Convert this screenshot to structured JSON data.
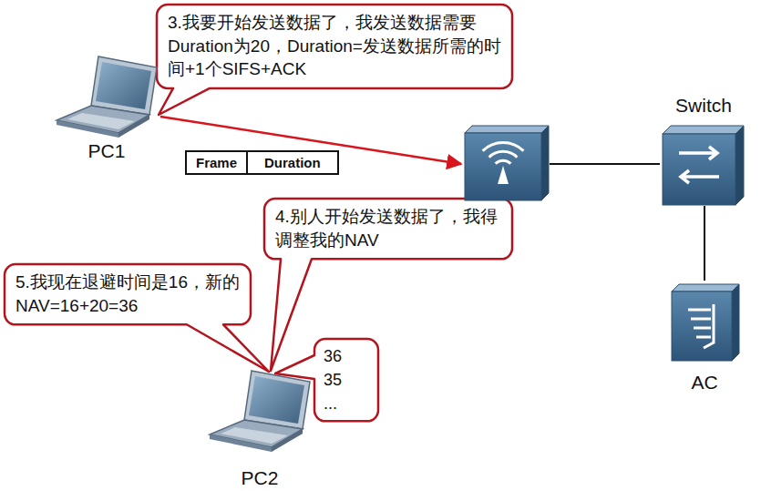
{
  "diagram": {
    "nodes": [
      {
        "text": [
          "3.我要开始发送数据了，我发送数据需要Duration为20，Duration=发送数据所需的时间+1个SIFS+ACK"
        ]
      },
      {
        "text": [
          "PC1"
        ]
      },
      {
        "text": [
          "Frame",
          "Duration"
        ]
      },
      {
        "text": [
          "Switch"
        ]
      },
      {
        "text": [
          "4.别人开始发送数据了，我得调整我的NAV"
        ]
      },
      {
        "text": [
          "5.我现在退避时间是16，新的NAV=16+20=36"
        ]
      },
      {
        "text": [
          "AC"
        ]
      },
      {
        "text": [
          "36",
          "35",
          "..."
        ]
      },
      {
        "text": [
          "PC2"
        ]
      }
    ],
    "edges": [
      {
        "from": 3,
        "to": 6,
        "arrow": "none"
      }
    ]
  }
}
